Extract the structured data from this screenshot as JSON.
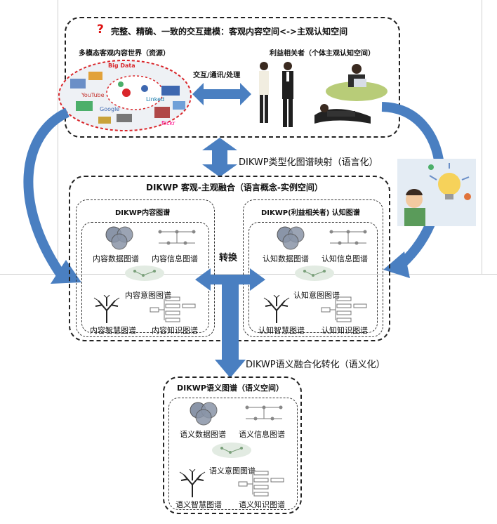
{
  "top": {
    "title": "完整、精确、一致的交互建模：客观内容空间<->主观认知空间",
    "left_label": "多模态客观内容世界（资源）",
    "right_label": "利益相关者（个体主观认知空间）",
    "arrow_label": "交互/通讯/处理",
    "collage_words": [
      "Big Data",
      "YouTube",
      "Google",
      "Linked",
      "flickr"
    ]
  },
  "mapping_label": "DIKWP类型化图谱映射（语言化）",
  "middle": {
    "title": "DIKWP 客观-主观融合（语言概念-实例空间）",
    "convert_label": "转换",
    "content": {
      "title": "DIKWP内容图谱",
      "data": "内容数据图谱",
      "info": "内容信息图谱",
      "intent": "内容意图图谱",
      "wisdom": "内容智慧图谱",
      "knowledge": "内容知识图谱"
    },
    "cognitive": {
      "title": "DIKWP(利益相关者) 认知图谱",
      "data": "认知数据图谱",
      "info": "认知信息图谱",
      "intent": "认知意图图谱",
      "wisdom": "认知智慧图谱",
      "knowledge": "认知知识图谱"
    }
  },
  "semantic_label": "DIKWP语义融合化转化（语义化）",
  "bottom": {
    "title": "DIKWP语义图谱（语义空间）",
    "data": "语义数据图谱",
    "info": "语义信息图谱",
    "intent": "语义意图图谱",
    "wisdom": "语义智慧图谱",
    "knowledge": "语义知识图谱"
  },
  "colors": {
    "arrow_blue": "#4a7fc1",
    "venn_gray": "#8a95a8",
    "collage_red": "#d9262b"
  }
}
